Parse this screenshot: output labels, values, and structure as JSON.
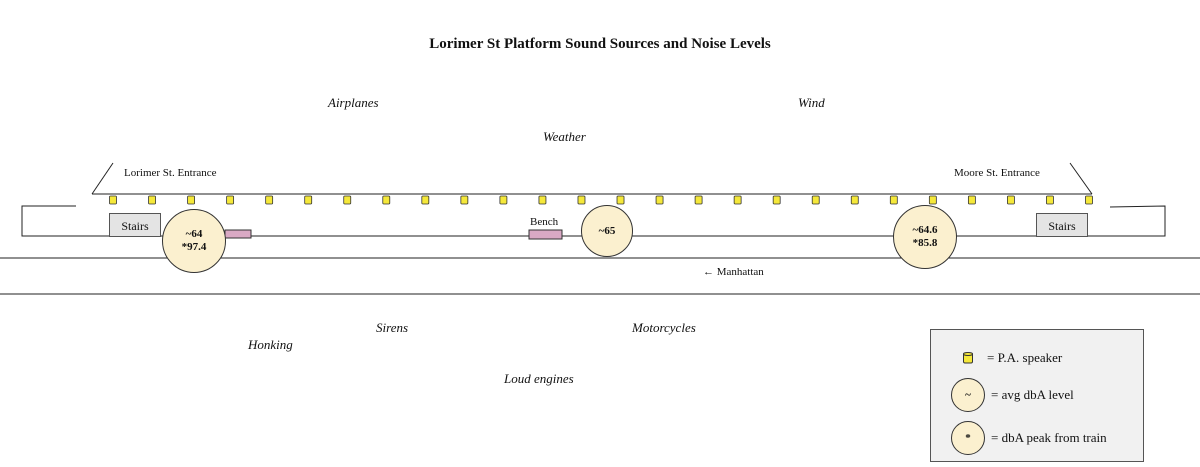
{
  "title": "Lorimer St Platform Sound Sources and Noise Levels",
  "sound_sources": {
    "airplanes": "Airplanes",
    "wind": "Wind",
    "weather": "Weather",
    "sirens": "Sirens",
    "honking": "Honking",
    "motorcycles": "Motorcycles",
    "loud_engines": "Loud engines"
  },
  "entrances": {
    "left": "Lorimer St. Entrance",
    "right": "Moore St. Entrance"
  },
  "stairs_label": "Stairs",
  "bench_label": "Bench",
  "direction_label": "← Manhattan",
  "measurements": [
    {
      "avg": "~64",
      "peak": "*97.4"
    },
    {
      "avg": "~65",
      "peak": ""
    },
    {
      "avg": "~64.6",
      "peak": "*85.8"
    }
  ],
  "legend": {
    "speaker": "= P.A. speaker",
    "avg_symbol": "~",
    "avg": "= avg dbA level",
    "peak_symbol": "*",
    "peak": "= dbA peak from train"
  },
  "colors": {
    "speaker": "#f5e83a",
    "circle_fill": "#fbf0cf",
    "bench_fill": "#d9a9c4",
    "stairs_fill": "#e4e4e4",
    "legend_fill": "#f1f1f1"
  },
  "speaker_count": 26
}
